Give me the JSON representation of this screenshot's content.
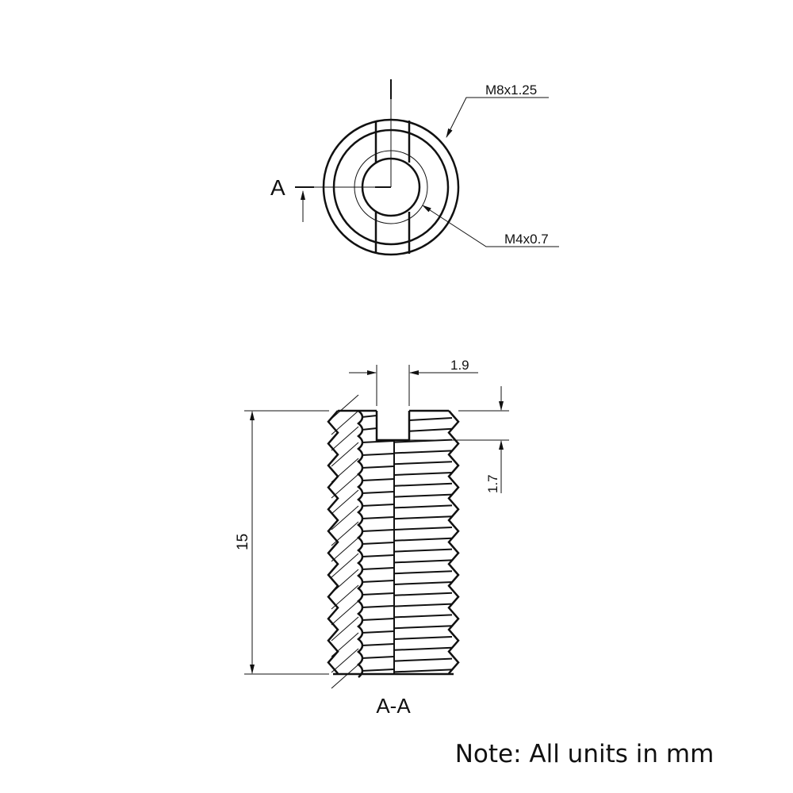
{
  "top_view": {
    "outer_thread_label": "M8x1.25",
    "inner_thread_label": "M4x0.7",
    "section_marker": "A"
  },
  "section_view": {
    "title": "A-A",
    "dim_slot_width": "1.9",
    "dim_slot_depth": "1.7",
    "dim_length": "15"
  },
  "note": "Note: All units in mm",
  "colors": {
    "line": "#111111",
    "background": "#ffffff"
  }
}
